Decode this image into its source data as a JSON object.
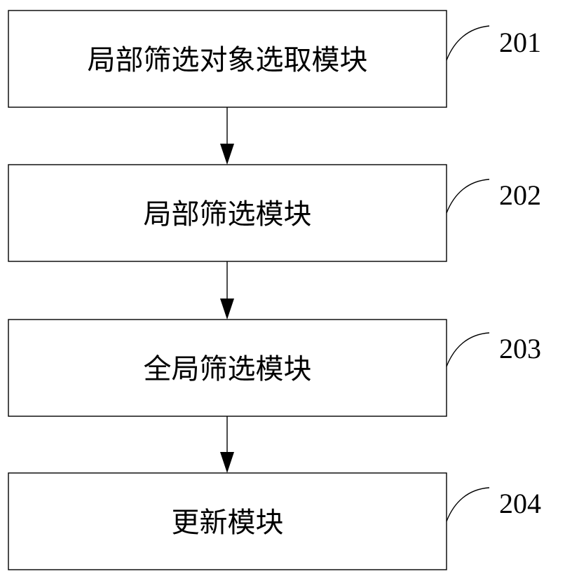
{
  "modules": [
    {
      "label": "局部筛选对象选取模块",
      "ref": "201"
    },
    {
      "label": "局部筛选模块",
      "ref": "202"
    },
    {
      "label": "全局筛选模块",
      "ref": "203"
    },
    {
      "label": "更新模块",
      "ref": "204"
    }
  ],
  "colors": {
    "stroke": "#000000",
    "background": "#ffffff"
  }
}
